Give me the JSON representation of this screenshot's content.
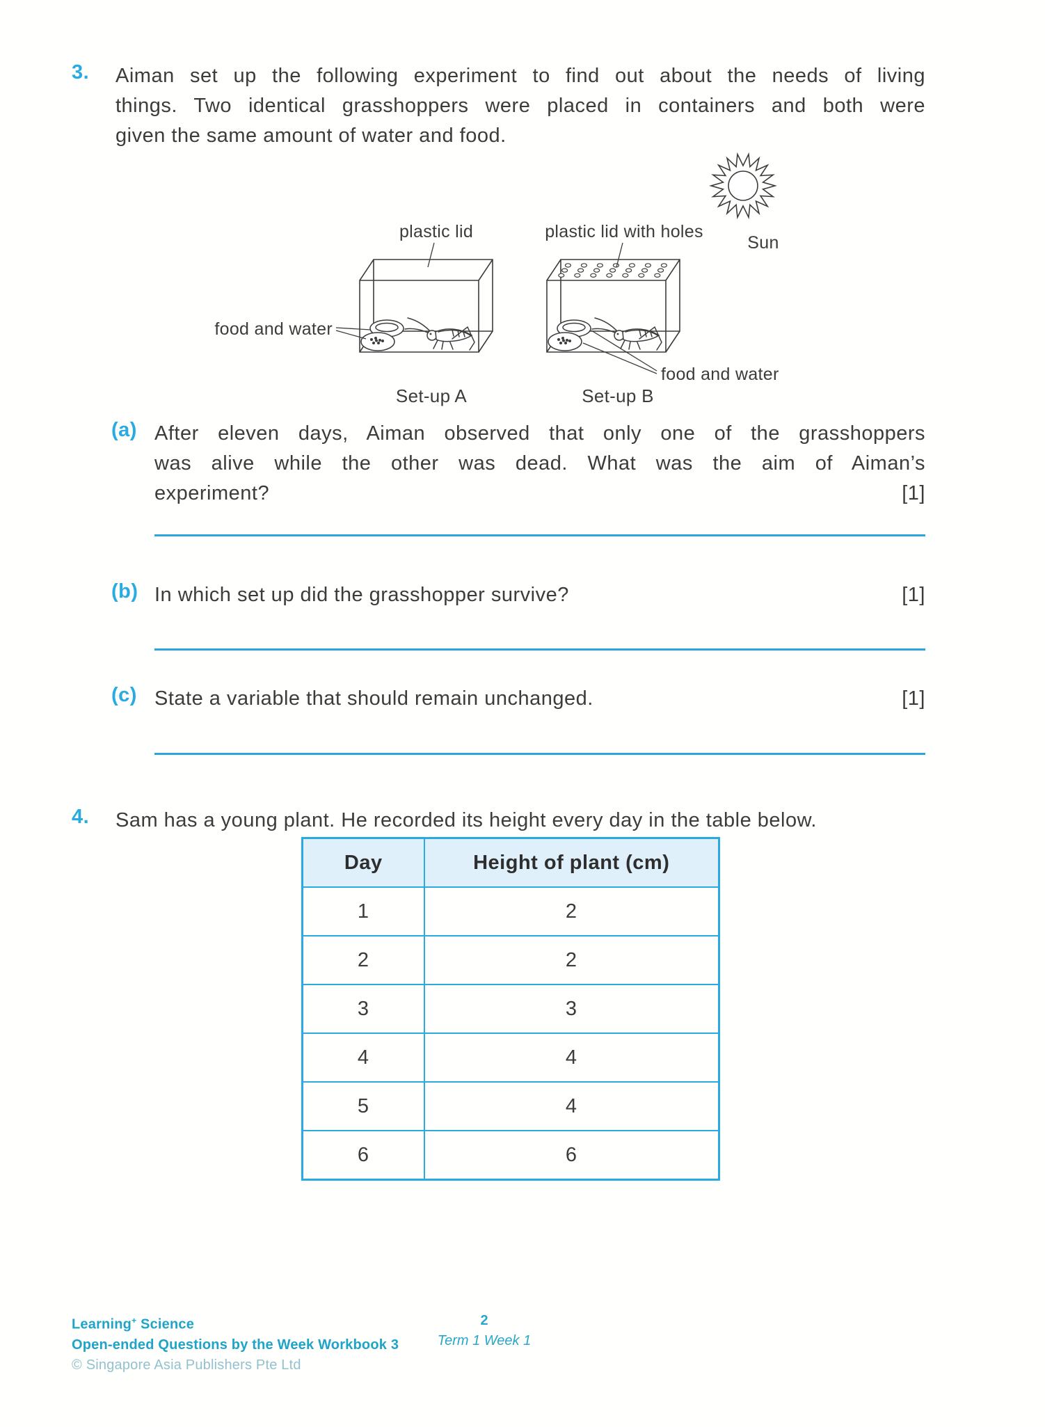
{
  "colors": {
    "accent": "#29ABE2",
    "answer_line": "#2BA5DB",
    "table_border": "#29ABE2",
    "table_header_bg": "#DFF0FA",
    "footer_teal": "#1EA3C9",
    "footer_light": "#93C1CE",
    "body_text": "#3C3C3C"
  },
  "q3": {
    "number": "3.",
    "lines": [
      "Aiman set up the following experiment to find out about the needs of living",
      "things. Two identical grasshoppers were placed in containers and both were",
      "given the same amount of water and food."
    ],
    "diagram": {
      "plastic_lid": "plastic lid",
      "plastic_lid_with_holes": "plastic lid with holes",
      "sun": "Sun",
      "food_and_water_left": "food and water",
      "food_and_water_right": "food and water",
      "setup_a": "Set-up A",
      "setup_b": "Set-up B"
    },
    "parts": [
      {
        "label": "(a)",
        "lines": [
          "After eleven days, Aiman observed that only one of the grasshoppers",
          "was alive while the other was dead. What was the aim of Aiman’s",
          "experiment?"
        ],
        "mark": "[1]"
      },
      {
        "label": "(b)",
        "lines": [
          "In which set up did the grasshopper survive?"
        ],
        "mark": "[1]"
      },
      {
        "label": "(c)",
        "lines": [
          "State a variable that should remain unchanged."
        ],
        "mark": "[1]"
      }
    ]
  },
  "q4": {
    "number": "4.",
    "text": "Sam has a young plant. He recorded its height every day in the table below.",
    "table": {
      "headers": [
        "Day",
        "Height of plant (cm)"
      ],
      "rows": [
        [
          "1",
          "2"
        ],
        [
          "2",
          "2"
        ],
        [
          "3",
          "3"
        ],
        [
          "4",
          "4"
        ],
        [
          "5",
          "4"
        ],
        [
          "6",
          "6"
        ]
      ]
    }
  },
  "footer": {
    "brand": "Learning",
    "brand_sup": "+",
    "brand_rest": " Science",
    "series": "Open-ended Questions by the Week Workbook 3",
    "copyright": "© Singapore Asia Publishers Pte Ltd",
    "page_number": "2",
    "term": "Term 1 Week 1"
  }
}
